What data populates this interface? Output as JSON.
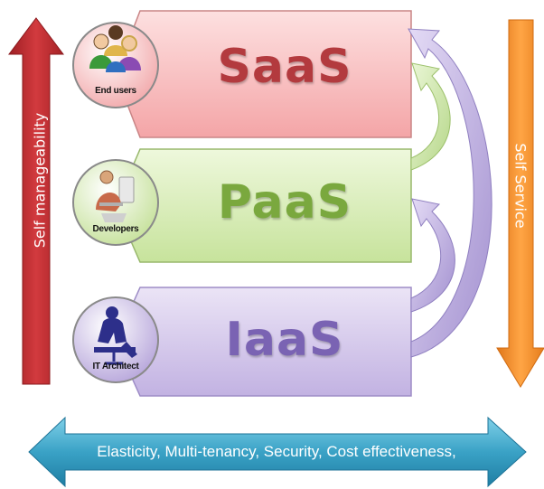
{
  "layers": [
    {
      "name": "SaaS",
      "role": "End users",
      "fill": "#f7b3b3",
      "text_color": "#b33a3e"
    },
    {
      "name": "PaaS",
      "role": "Developers",
      "fill": "#cfe8a8",
      "text_color": "#7aa83e"
    },
    {
      "name": "IaaS",
      "role": "IT Architect",
      "fill": "#cbbce6",
      "text_color": "#7a63b3"
    }
  ],
  "left_arrow": {
    "label": "Self manageability",
    "color": "#c0282d"
  },
  "right_arrow": {
    "label": "Self Service",
    "color": "#f58a1f"
  },
  "bottom_arrow": {
    "label": "Elasticity, Multi-tenancy, Security, Cost effectiveness,",
    "color": "#3fa6c8"
  }
}
